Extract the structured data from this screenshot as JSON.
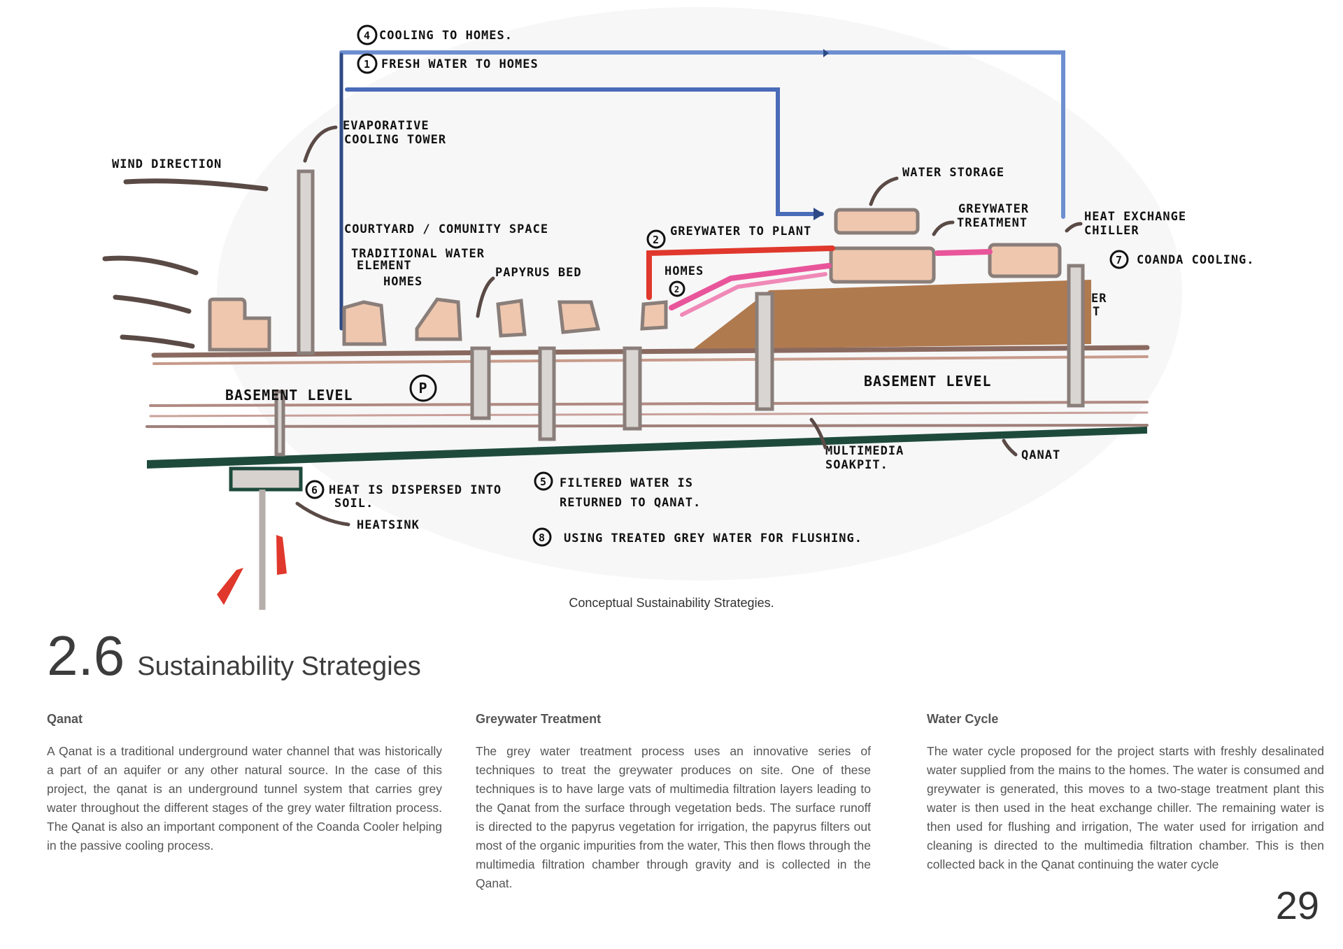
{
  "figure": {
    "caption": "Conceptual Sustainability Strategies.",
    "labels": {
      "cooling_to_homes": "COOLING TO HOMES.",
      "fresh_water": "FRESH WATER TO HOMES",
      "evap_1": "EVAPORATIVE",
      "evap_2": "COOLING TOWER",
      "wind": "WIND DIRECTION",
      "courtyard": "COURTYARD / COMUNITY SPACE",
      "traditional_1": "TRADITIONAL WATER",
      "traditional_2": "ELEMENT",
      "homes_left": "HOMES",
      "papyrus": "PAPYRUS BED",
      "greywater_to_plant": "GREYWATER TO PLANT",
      "homes_mid": "HOMES",
      "water_storage": "WATER STORAGE",
      "greywater_treat_1": "GREYWATER",
      "greywater_treat_2": "TREATMENT",
      "heat_exchange_1": "HEAT EXCHANGE",
      "heat_exchange_2": "CHILLER",
      "coanda": "COANDA COOLING.",
      "er": "ER",
      "t": "T",
      "basement_left": "BASEMENT LEVEL",
      "basement_right": "BASEMENT LEVEL",
      "multimedia_1": "MULTIMEDIA",
      "multimedia_2": "SOAKPIT.",
      "qanat": "QANAT",
      "heat_dispersed_1": "HEAT IS DISPERSED INTO",
      "heat_dispersed_2": "SOIL.",
      "heatsink": "HEATSINK",
      "filtered_1": "FILTERED WATER IS",
      "filtered_2": "RETURNED TO QANAT.",
      "using_treated": "USING TREATED GREY WATER FOR FLUSHING.",
      "num_1": "1",
      "num_2": "2",
      "num_3": "2",
      "num_4": "4",
      "num_5": "5",
      "num_6": "6",
      "num_7": "7",
      "num_8": "8",
      "parking": "P"
    }
  },
  "section": {
    "number": "2.6",
    "title": "Sustainability Strategies"
  },
  "columns": {
    "qanat": {
      "heading": "Qanat",
      "body": "A Qanat is a traditional underground water channel that was historically a part of an aquifer or any other natural source. In the case of this project, the qanat is an underground tunnel system that carries grey water throughout the different stages of the grey water filtration process. The Qanat is also an important component of the Coanda Cooler helping in the passive cooling process."
    },
    "greywater": {
      "heading": "Greywater Treatment",
      "body": "The grey water treatment process uses an innovative series of techniques to treat the greywater produces on site. One of these techniques is to have large vats of multimedia filtration layers leading to the Qanat from the surface through vegetation beds. The surface runoff is directed to the papyrus vegetation for irrigation, the papyrus filters out most of the organic impurities from the water, This then flows through the multimedia filtration chamber through gravity and is collected in the Qanat."
    },
    "water_cycle": {
      "heading": "Water Cycle",
      "body": "The water cycle proposed for the project starts with freshly desalinated water supplied from the mains to the homes. The water is consumed and greywater is generated, this moves to a two-stage treatment plant this water is then used in the heat exchange chiller. The remaining water is then used for flushing and irrigation, The water used for irrigation and cleaning is directed to the multimedia filtration chamber. This is then collected back in the Qanat continuing the water cycle"
    }
  },
  "page_number": "29",
  "colors": {
    "pipe_blue": "#5b7fc4",
    "pipe_dark": "#2d4a86",
    "greywater_red": "#e0382c",
    "treated_pink": "#e8559a",
    "ground_brown": "#b07a4f",
    "building_peach": "#efc7ae",
    "qanat_green": "#1e4a3c",
    "structure_grey": "#8a7e7a"
  }
}
